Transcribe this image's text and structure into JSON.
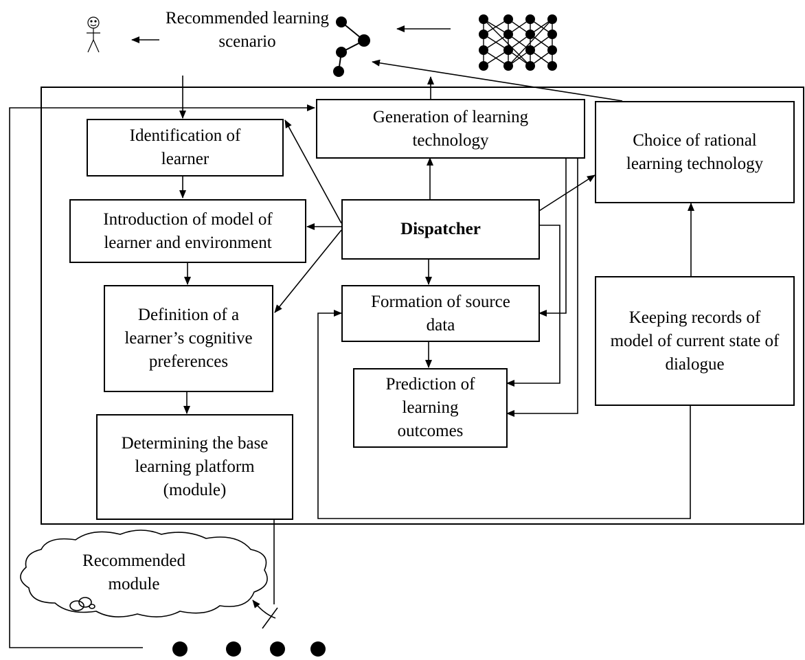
{
  "top_label": "Recommended learning scenario",
  "boxes": {
    "identification": "Identification of learner",
    "introduction": "Introduction of model of learner and environment",
    "definition": "Definition of a learner’s cognitive preferences",
    "determining": "Determining the base learning platform (module)",
    "generation": "Generation of learning technology",
    "dispatcher": "Dispatcher",
    "formation": "Formation of source data",
    "prediction": "Prediction of learning outcomes",
    "choice": "Choice of rational learning technology",
    "keeping": "Keeping records of model of current state of dialogue"
  },
  "cloud_label": "Recommended module",
  "icons": [
    "learner-stick-figure-icon",
    "scenario-graph-icon",
    "network-grid-icon",
    "cloud-icon",
    "module-dots-icon"
  ]
}
